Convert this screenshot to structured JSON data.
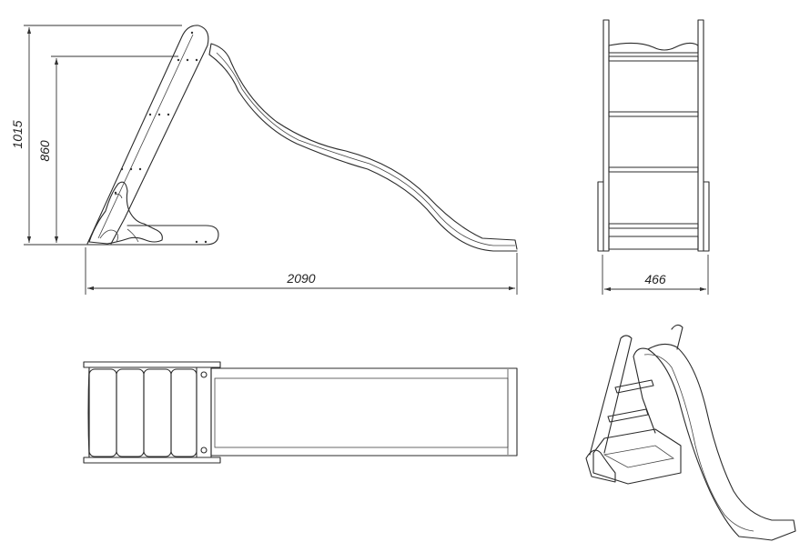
{
  "dimensions": {
    "total_height": "1015",
    "platform_height": "860",
    "total_length": "2090",
    "width": "466"
  },
  "views": {
    "side": "side-elevation",
    "front": "front-elevation",
    "top": "plan-view",
    "iso": "isometric-view"
  },
  "colors": {
    "line": "#2b2b2b",
    "background": "#ffffff"
  }
}
